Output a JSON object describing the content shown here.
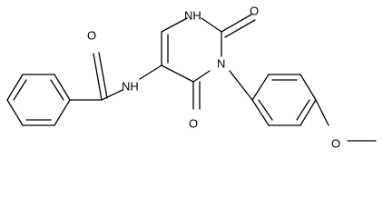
{
  "molecule": {
    "atoms": {
      "nh_ring": "NH",
      "o_upper_right": "O",
      "n_ring": "N",
      "o_lower_middle": "O",
      "nh_amide": "NH",
      "o_amide": "O",
      "o_methoxy": "O"
    },
    "colors": {
      "bond": "#000000",
      "label": "#000000",
      "background": "#ffffff"
    }
  }
}
